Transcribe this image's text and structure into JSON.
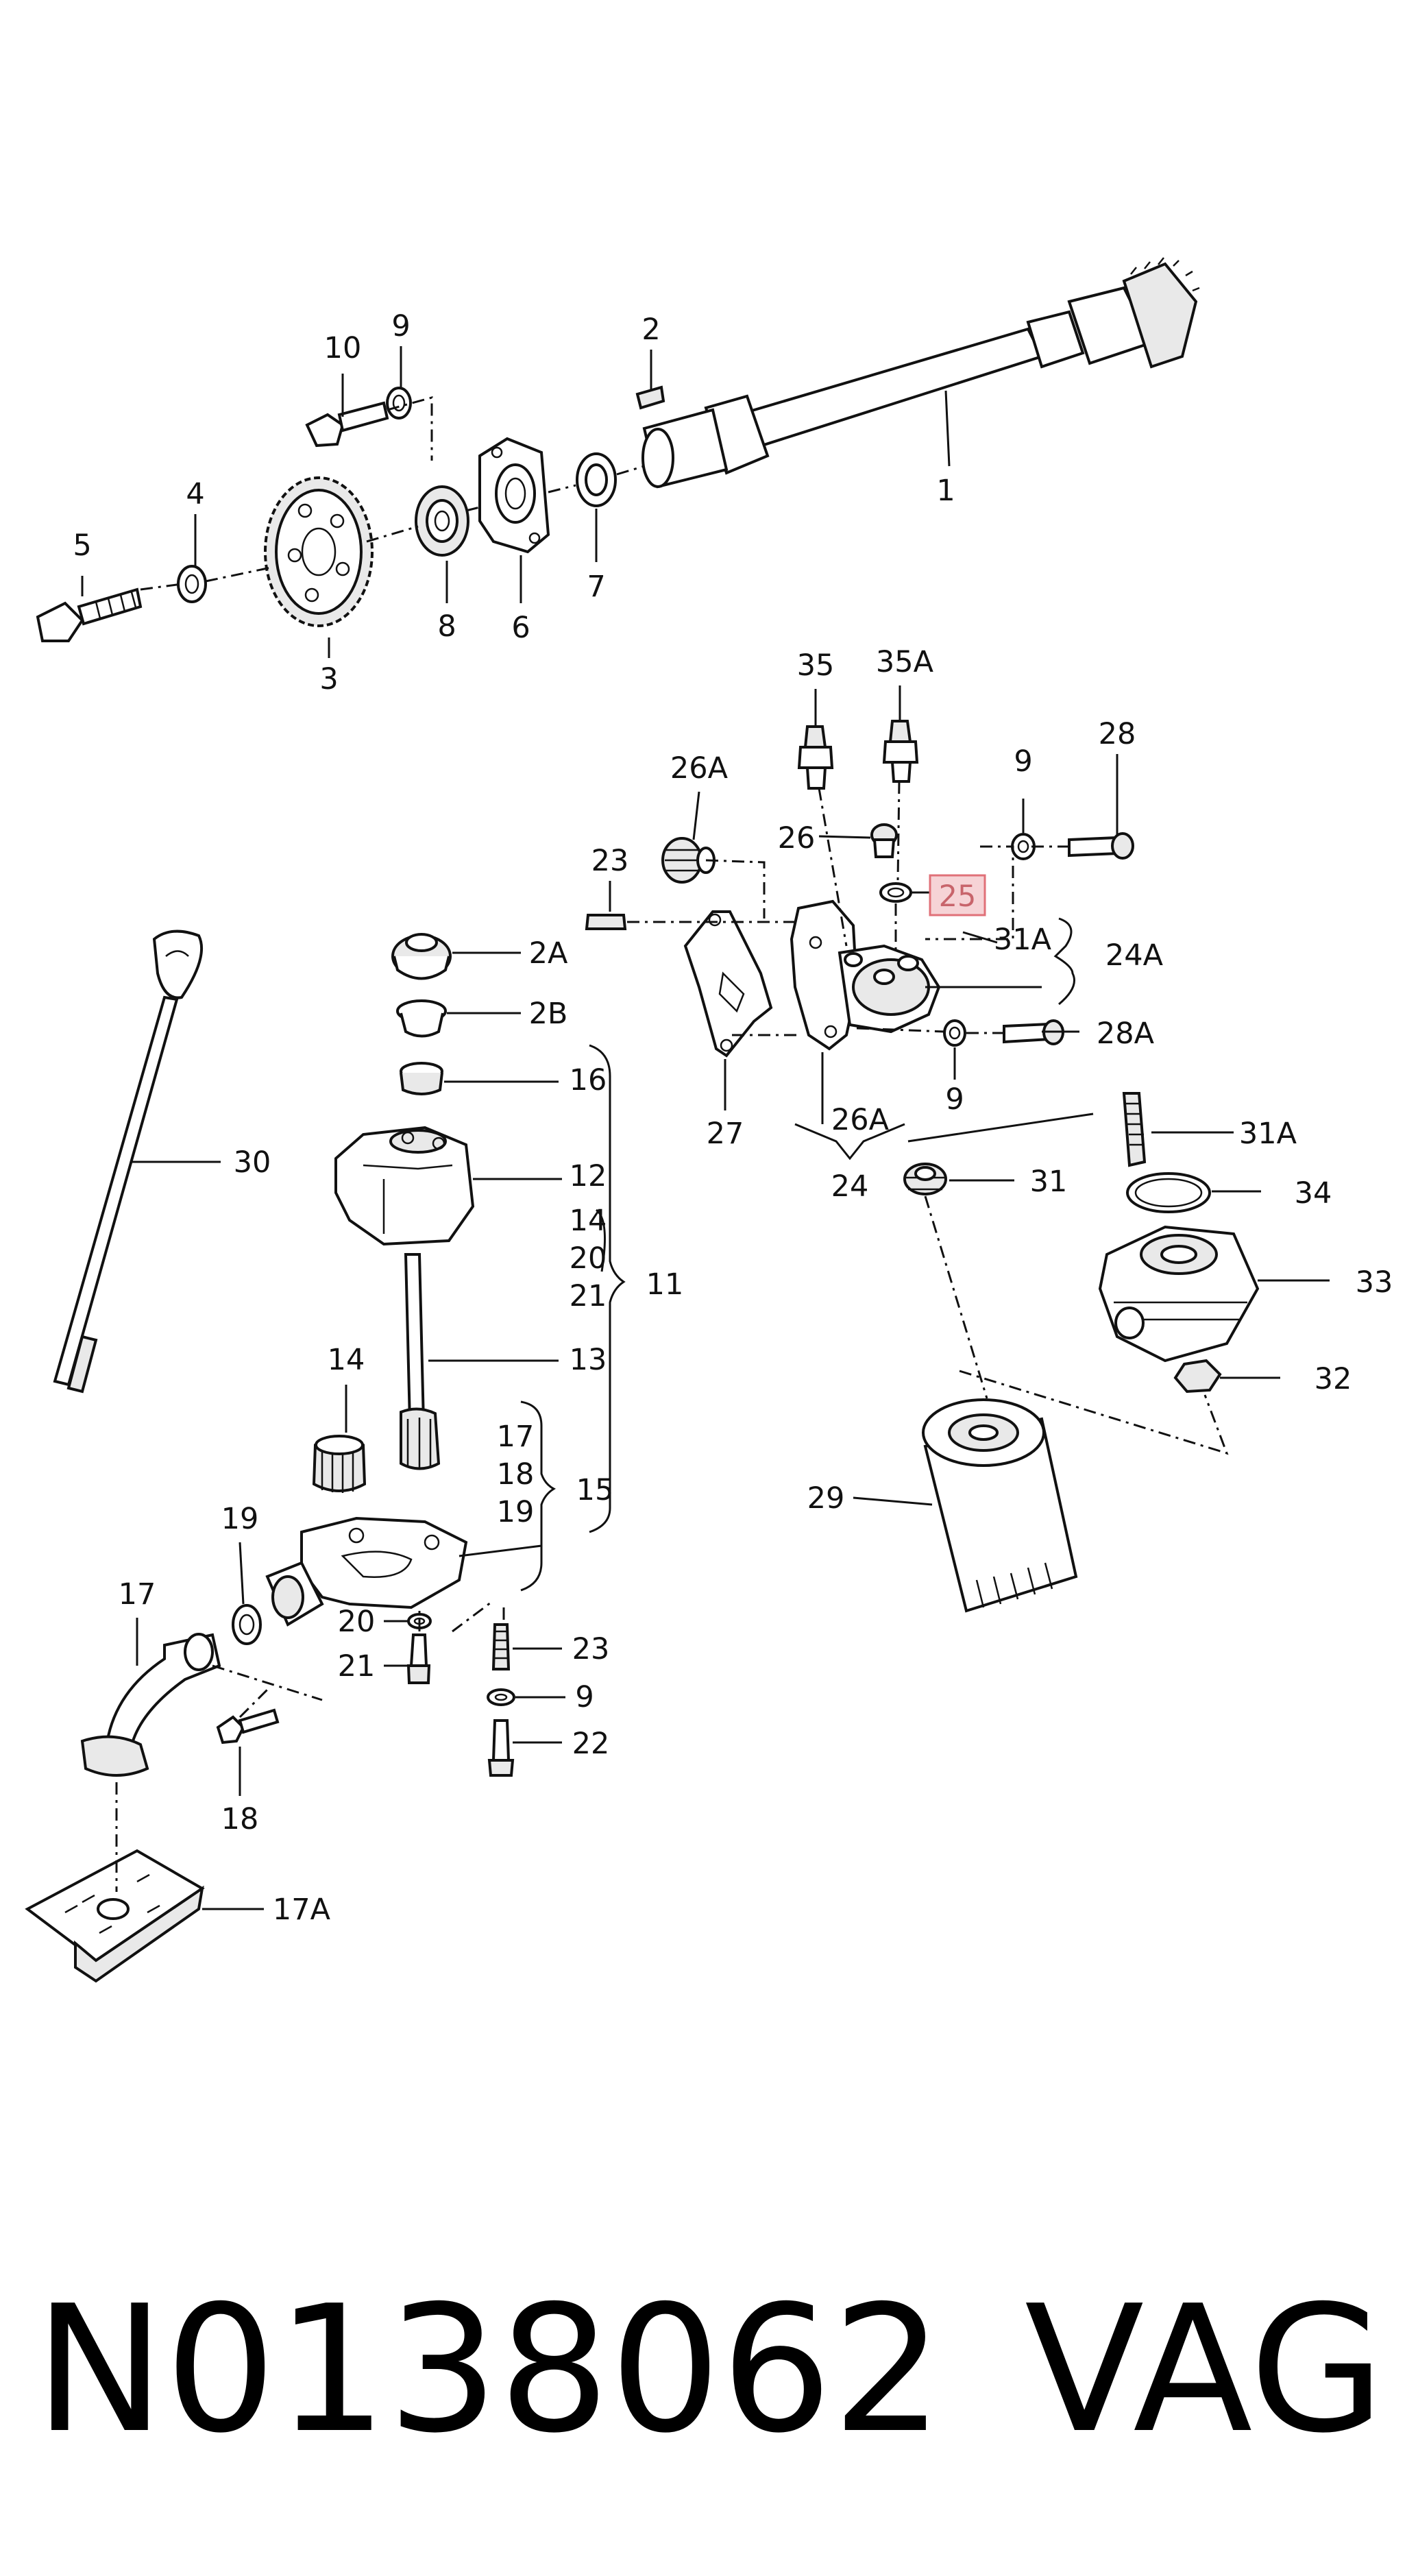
{
  "part_number": "N0138062",
  "brand": "VAG",
  "highlighted_callout": "25",
  "highlight_color": "#f6d3d6",
  "callouts": {
    "c1": "1",
    "c2": "2",
    "c3": "3",
    "c4": "4",
    "c5": "5",
    "c6": "6",
    "c7": "7",
    "c8": "8",
    "c9a": "9",
    "c10": "10",
    "c35": "35",
    "c35A": "35A",
    "c26A_top": "26A",
    "c23_top": "23",
    "c26": "26",
    "c25": "25",
    "c9b": "9",
    "c28": "28",
    "c31A_top": "31A",
    "c24A": "24A",
    "c28A": "28A",
    "c9c": "9",
    "c27": "27",
    "c26A_bot": "26A",
    "c24": "24",
    "c31A_bot": "31A",
    "c31": "31",
    "c34": "34",
    "c33": "33",
    "c32": "32",
    "c29": "29",
    "c2A": "2A",
    "c2B": "2B",
    "c16": "16",
    "c12": "12",
    "c14a": "14",
    "c20a": "20",
    "c21a": "21",
    "c11": "11",
    "c13": "13",
    "c14b": "14",
    "c30": "30",
    "c17a": "17",
    "c18a": "18",
    "c19a": "19",
    "c15": "15",
    "c19b": "19",
    "c17b": "17",
    "c20b": "20",
    "c21b": "21",
    "c23b": "23",
    "c9d": "9",
    "c22": "22",
    "c18b": "18",
    "c17A": "17A"
  }
}
